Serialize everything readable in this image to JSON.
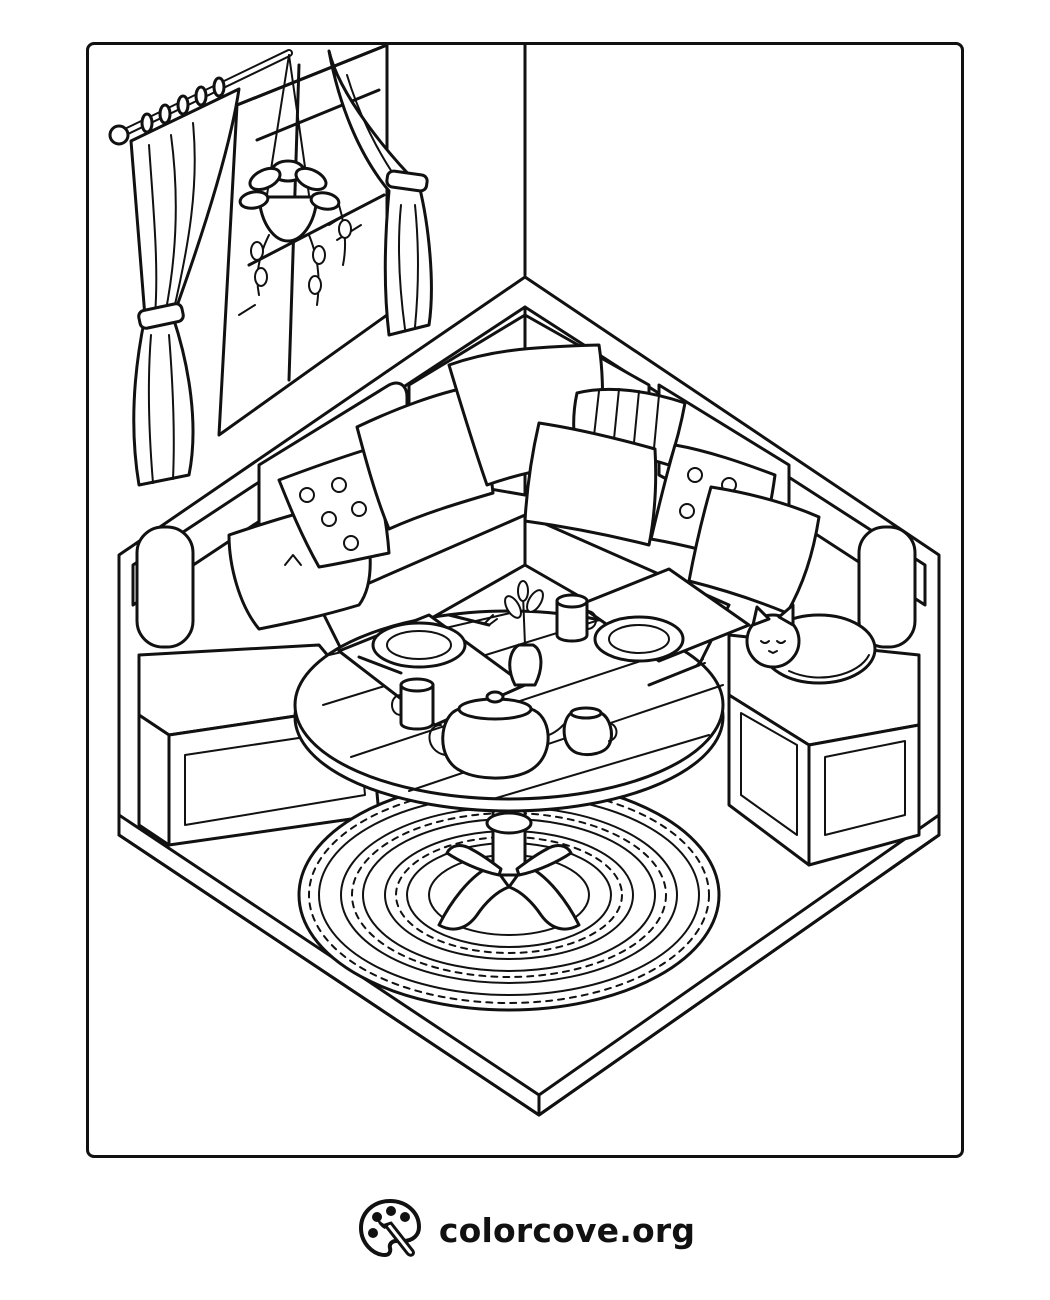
{
  "page": {
    "background": "#ffffff",
    "line_color": "#111111"
  },
  "illustration": {
    "subject": "coloring-page",
    "elements": [
      "curtain-rod",
      "window",
      "curtains",
      "hanging-plant",
      "corner-bench",
      "pillows",
      "round-table",
      "teapot",
      "cups",
      "plates",
      "vase",
      "sleeping-cat",
      "round-rug"
    ]
  },
  "brand": {
    "logo_icon": "palette-brush-icon",
    "text": "colorcove.org"
  }
}
